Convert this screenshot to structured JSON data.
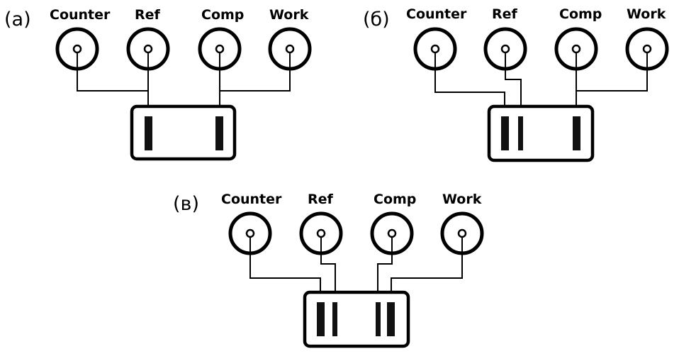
{
  "panels": [
    {
      "label": "(а)",
      "terminals": [
        "Counter",
        "Ref",
        "Comp",
        "Work"
      ]
    },
    {
      "label": "(б)",
      "terminals": [
        "Counter",
        "Ref",
        "Comp",
        "Work"
      ]
    },
    {
      "label": "(в)",
      "terminals": [
        "Counter",
        "Ref",
        "Comp",
        "Work"
      ]
    }
  ]
}
